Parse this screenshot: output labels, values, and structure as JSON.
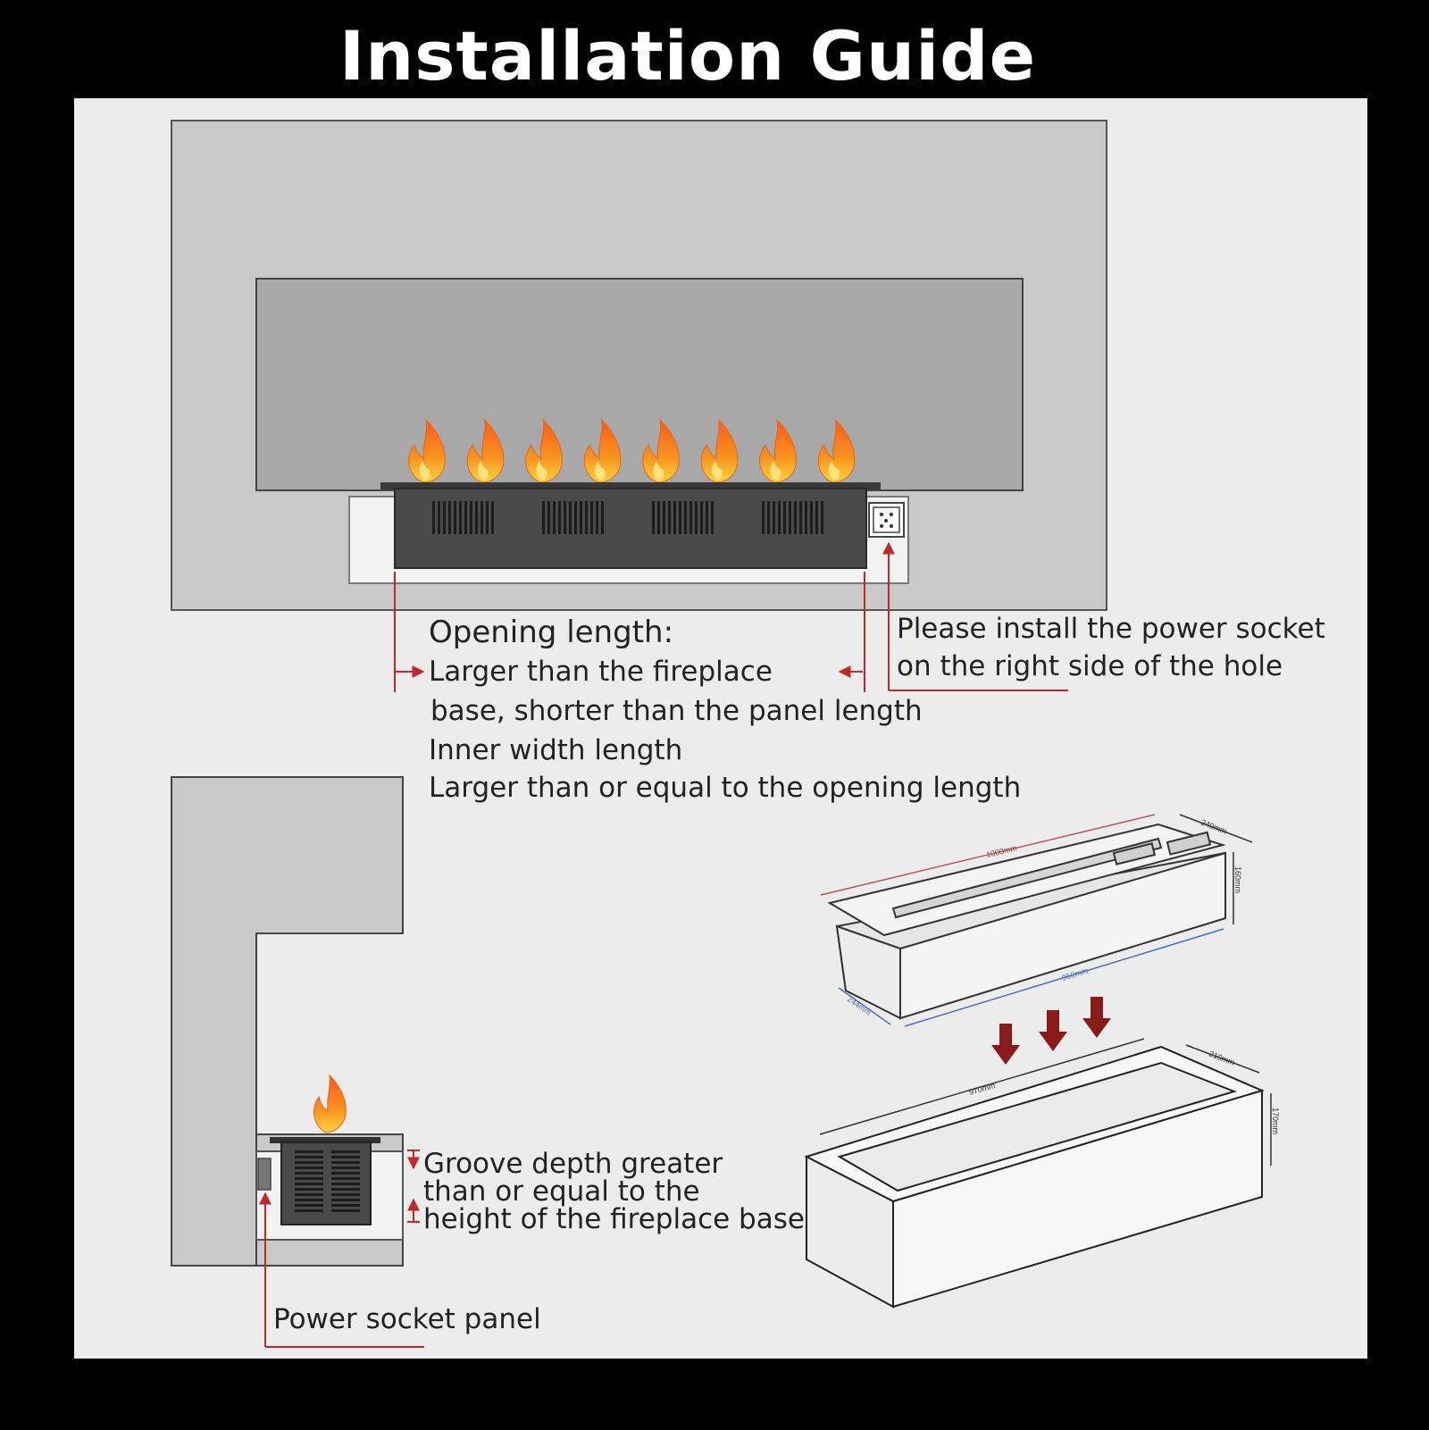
{
  "title": "Installation Guide",
  "labels": {
    "opening_length_heading": "Opening length:",
    "opening_length_line1": "Larger than the fireplace",
    "opening_length_line2": "base, shorter than the panel length",
    "inner_width_heading": "Inner width length",
    "inner_width_line": "Larger than or equal to the opening length",
    "socket_note_line1": "Please install the power socket",
    "socket_note_line2": "on the right side of the hole",
    "groove_line1": "Groove depth greater",
    "groove_line2": "than or equal to the",
    "groove_line3": "height of the fireplace base",
    "power_socket_panel": "Power socket panel"
  },
  "dimensions": {
    "unit_length": "1000mm",
    "unit_depth_top": "240mm",
    "unit_height": "160mm",
    "unit_inner_length": "960mm",
    "unit_inner_depth": "244mm",
    "groove_length": "970mm",
    "groove_depth": "210mm",
    "groove_height": "170mm"
  },
  "colors": {
    "background": "#000000",
    "panel": "#ececec",
    "wall": "#c9c9c9",
    "screen": "#a8a8a8",
    "fireplace_body": "#4a4a4a",
    "annotation_red": "#c0282d",
    "arrow_dark_red": "#8b1a1a",
    "dimension_blue": "#4a6fb5",
    "flame_orange": "#f47a1f"
  },
  "flame_count": 8
}
